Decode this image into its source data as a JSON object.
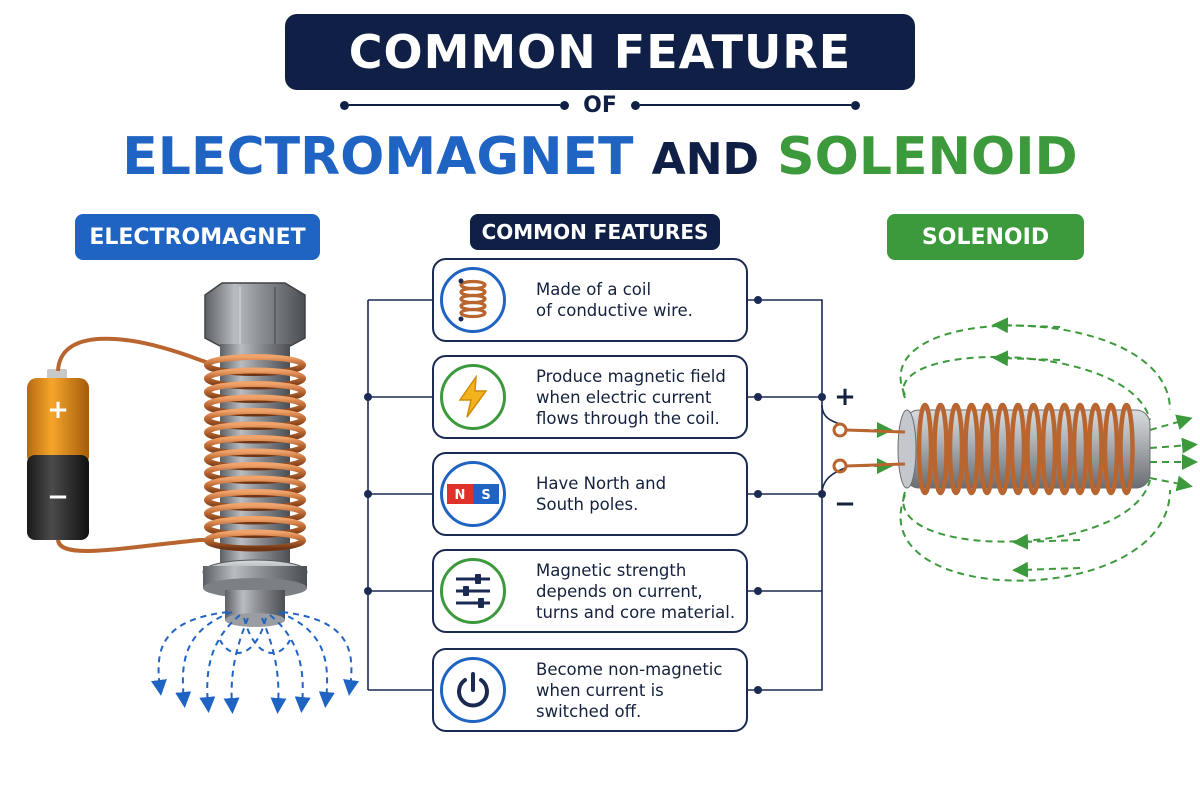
{
  "header": {
    "title": "COMMON FEATURE",
    "of": "OF",
    "subtitle_left": "ELECTROMAGNET",
    "subtitle_and": "AND",
    "subtitle_right": "SOLENOID"
  },
  "pills": {
    "electromagnet": "ELECTROMAGNET",
    "common": "COMMON FEATURES",
    "solenoid": "SOLENOID"
  },
  "features": [
    {
      "text": "Made of a coil\nof conductive wire.",
      "icon": "coil-icon"
    },
    {
      "text": "Produce magnetic field\nwhen electric current\nflows through the coil.",
      "icon": "lightning-icon"
    },
    {
      "text": "Have North and\nSouth poles.",
      "icon": "magnet-poles-icon"
    },
    {
      "text": "Magnetic strength\ndepends on current,\nturns and core material.",
      "icon": "sliders-icon"
    },
    {
      "text": "Become non-magnetic\nwhen current is\nswitched off.",
      "icon": "power-icon"
    }
  ],
  "magnet_icon": {
    "north": "N",
    "south": "S"
  },
  "battery": {
    "plus": "+",
    "minus": "−"
  },
  "solenoid_terminals": {
    "plus": "+",
    "minus": "−"
  },
  "colors": {
    "navy": "#0f1f45",
    "blue": "#1f64c3",
    "green": "#3d9a3c",
    "copper": "#b8652f",
    "battery_orange": "#e8901c"
  }
}
